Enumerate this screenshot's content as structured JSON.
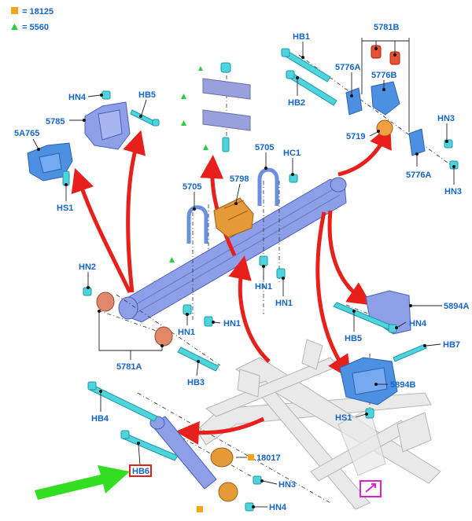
{
  "legend": [
    {
      "symbol": "orange-square",
      "color": "#f5a31a",
      "text": "= 18125"
    },
    {
      "symbol": "green-triangle",
      "color": "#2ecc40",
      "text": "= 5560"
    }
  ],
  "labels": {
    "hb1": "HB1",
    "hb2": "HB2",
    "l5781b_top": "5781B",
    "l5776a_top": "5776A",
    "l5776b": "5776B",
    "l5719": "5719",
    "hn3_a": "HN3",
    "l5776a_bot": "5776A",
    "hn3_b": "HN3",
    "hn4_top": "HN4",
    "hb5_top": "HB5",
    "l5785": "5785",
    "l5a765": "5A765",
    "hs1_left": "HS1",
    "l5705_a": "5705",
    "l5798": "5798",
    "l5705_b": "5705",
    "hc1": "HC1",
    "hn2": "HN2",
    "hn1_a": "HN1",
    "hn1_b": "HN1",
    "hn1_c": "HN1",
    "hn1_d": "HN1",
    "l5781a": "5781A",
    "hb3": "HB3",
    "l5894a": "5894A",
    "hb5_right": "HB5",
    "hn4_right": "HN4",
    "hb7": "HB7",
    "l5894b": "5894B",
    "hs1_right": "HS1",
    "hb4": "HB4",
    "hb6": "HB6",
    "l18017": "18017",
    "hn3_bottom": "HN3",
    "hn4_bottom": "HN4"
  },
  "colors": {
    "label_blue": "#1565c8",
    "highlight_box": "#e0201b",
    "pointer_arrow": "#33dd22",
    "magenta_box": "#e020c8",
    "red_arrow": "#e8201b"
  }
}
